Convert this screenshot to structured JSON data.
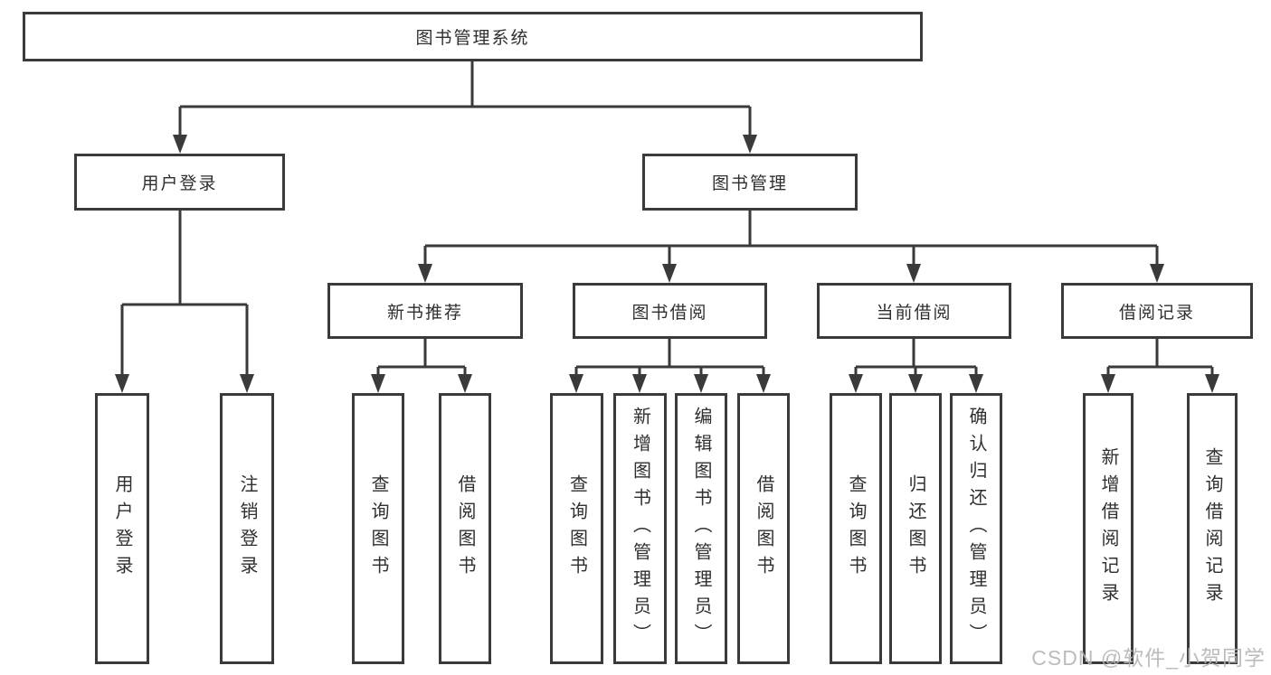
{
  "colors": {
    "line": "#3a3a3a",
    "text": "#2f2f2f",
    "watermark": "#b5b5b5",
    "background": "#ffffff"
  },
  "watermark": "CSDN @软件_小贺同学",
  "tree": {
    "root": "图书管理系统",
    "user_login": "用户登录",
    "book_mgmt": "图书管理",
    "l3": [
      "新书推荐",
      "图书借阅",
      "当前借阅",
      "借阅记录"
    ],
    "user_login_children": [
      "用户登录",
      "注销登录"
    ],
    "new_book_children": [
      "查询图书",
      "借阅图书"
    ],
    "borrow_children": [
      "查询图书",
      "新增图书（管理员）",
      "编辑图书（管理员）",
      "借阅图书"
    ],
    "current_children": [
      "查询图书",
      "归还图书",
      "确认归还（管理员）"
    ],
    "record_children": [
      "新增借阅记录",
      "查询借阅记录"
    ]
  }
}
